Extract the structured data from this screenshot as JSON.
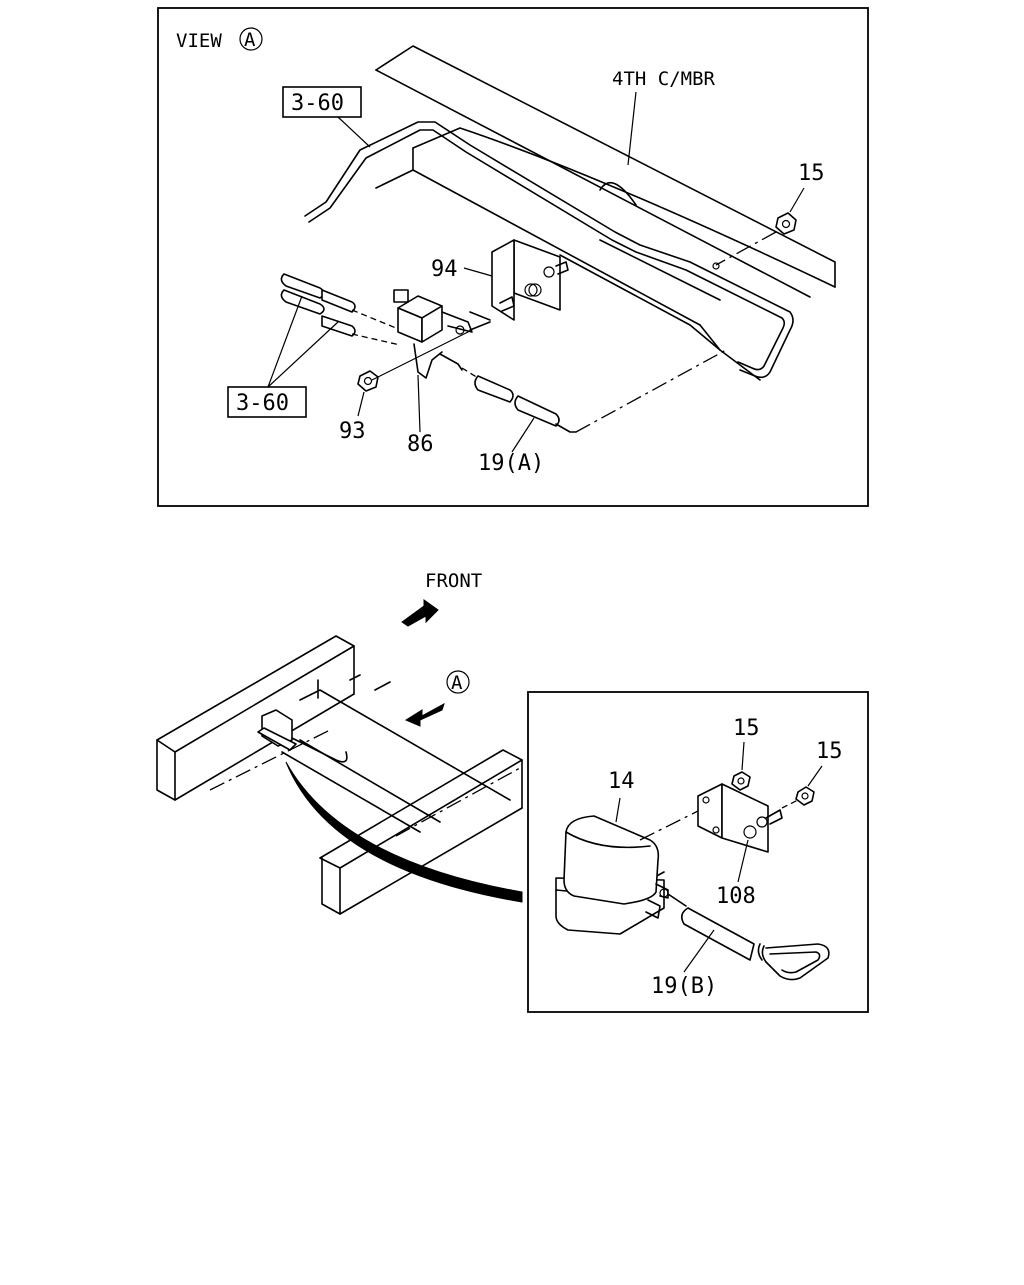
{
  "view_a": {
    "view_label": "VIEW",
    "view_circle": "A",
    "member_label": "4TH C/MBR",
    "ref_top": "3-60",
    "ref_bottom": "3-60",
    "parts": {
      "p15": "15",
      "p94": "94",
      "p93": "93",
      "p86": "86",
      "p19a": "19(A)"
    }
  },
  "overview": {
    "front_label": "FRONT",
    "view_marker": "A"
  },
  "detail": {
    "parts": {
      "p15a": "15",
      "p15b": "15",
      "p14": "14",
      "p108": "108",
      "p19b": "19(B)"
    }
  }
}
